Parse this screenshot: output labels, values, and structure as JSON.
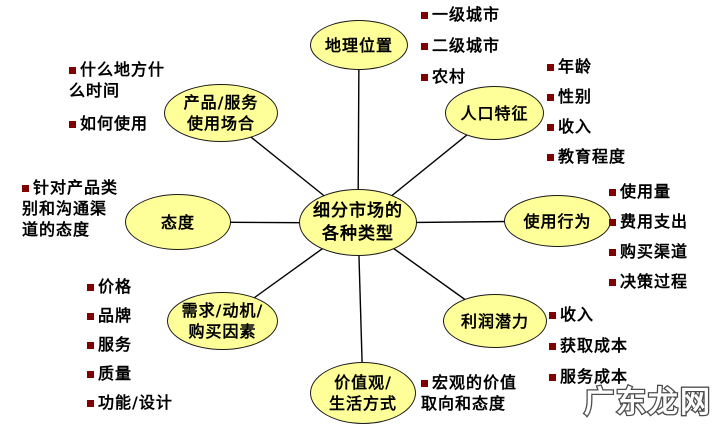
{
  "center": {
    "label": "细分市场的\n各种类型"
  },
  "nodes": {
    "geo": {
      "label": "地理位置",
      "items": [
        "一级城市",
        "二级城市",
        "农村"
      ]
    },
    "demographics": {
      "label": "人口特征",
      "items": [
        "年龄",
        "性别",
        "收入",
        "教育程度"
      ]
    },
    "usage": {
      "label": "使用行为",
      "items": [
        "使用量",
        "费用支出",
        "购买渠道",
        "决策过程"
      ]
    },
    "profit": {
      "label": "利润潜力",
      "items": [
        "收入",
        "获取成本",
        "服务成本"
      ]
    },
    "values": {
      "label": "价值观/\n生活方式",
      "items": [
        "宏观的价值\n取向和态度"
      ]
    },
    "needs": {
      "label": "需求/动机/\n购买因素",
      "items": [
        "价格",
        "品牌",
        "服务",
        "质量",
        "功能/设计"
      ]
    },
    "attitude": {
      "label": "态度",
      "items": [
        "针对产品类\n别和沟通渠\n道的态度"
      ]
    },
    "product": {
      "label": "产品/服务\n使用场合",
      "items": [
        "什么地方什\n么时间",
        "如何使用"
      ]
    }
  },
  "watermark": {
    "text": "广东龙网"
  },
  "colors": {
    "background": "#FFFFFF",
    "node_fill": "#FFFF99",
    "node_border": "#1A1A1A",
    "bullet_square": "#7F0000",
    "text": "#000000",
    "watermark_fill": "#FFFFFF",
    "watermark_outline": "#4D4D4D"
  }
}
